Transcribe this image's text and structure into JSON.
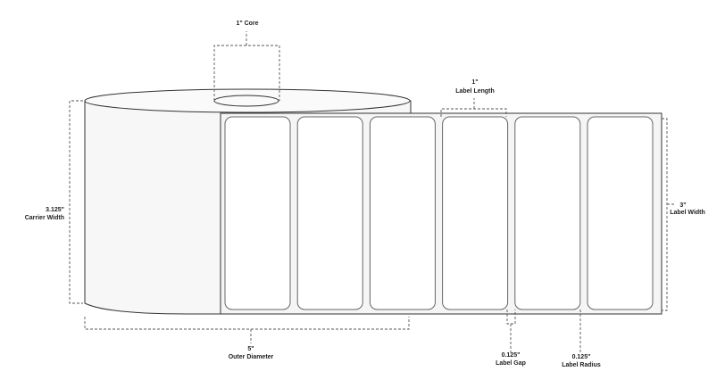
{
  "diagram": {
    "core": {
      "label": "1\" Core"
    },
    "carrier_width": {
      "value": "3.125\"",
      "label": "Carrier Width"
    },
    "label_length": {
      "value": "1\"",
      "label": "Label Length"
    },
    "label_width": {
      "value": "3\"",
      "label": "Label Width"
    },
    "outer_diameter": {
      "value": "5\"",
      "label": "Outer Diameter"
    },
    "label_gap": {
      "value": "0.125\"",
      "label": "Label Gap"
    },
    "label_radius": {
      "value": "0.125\"",
      "label": "Label Radius"
    },
    "label_count": 6,
    "colors": {
      "roll_fill": "#f7f7f7",
      "outline": "#333333",
      "dimension": "#555555"
    }
  }
}
